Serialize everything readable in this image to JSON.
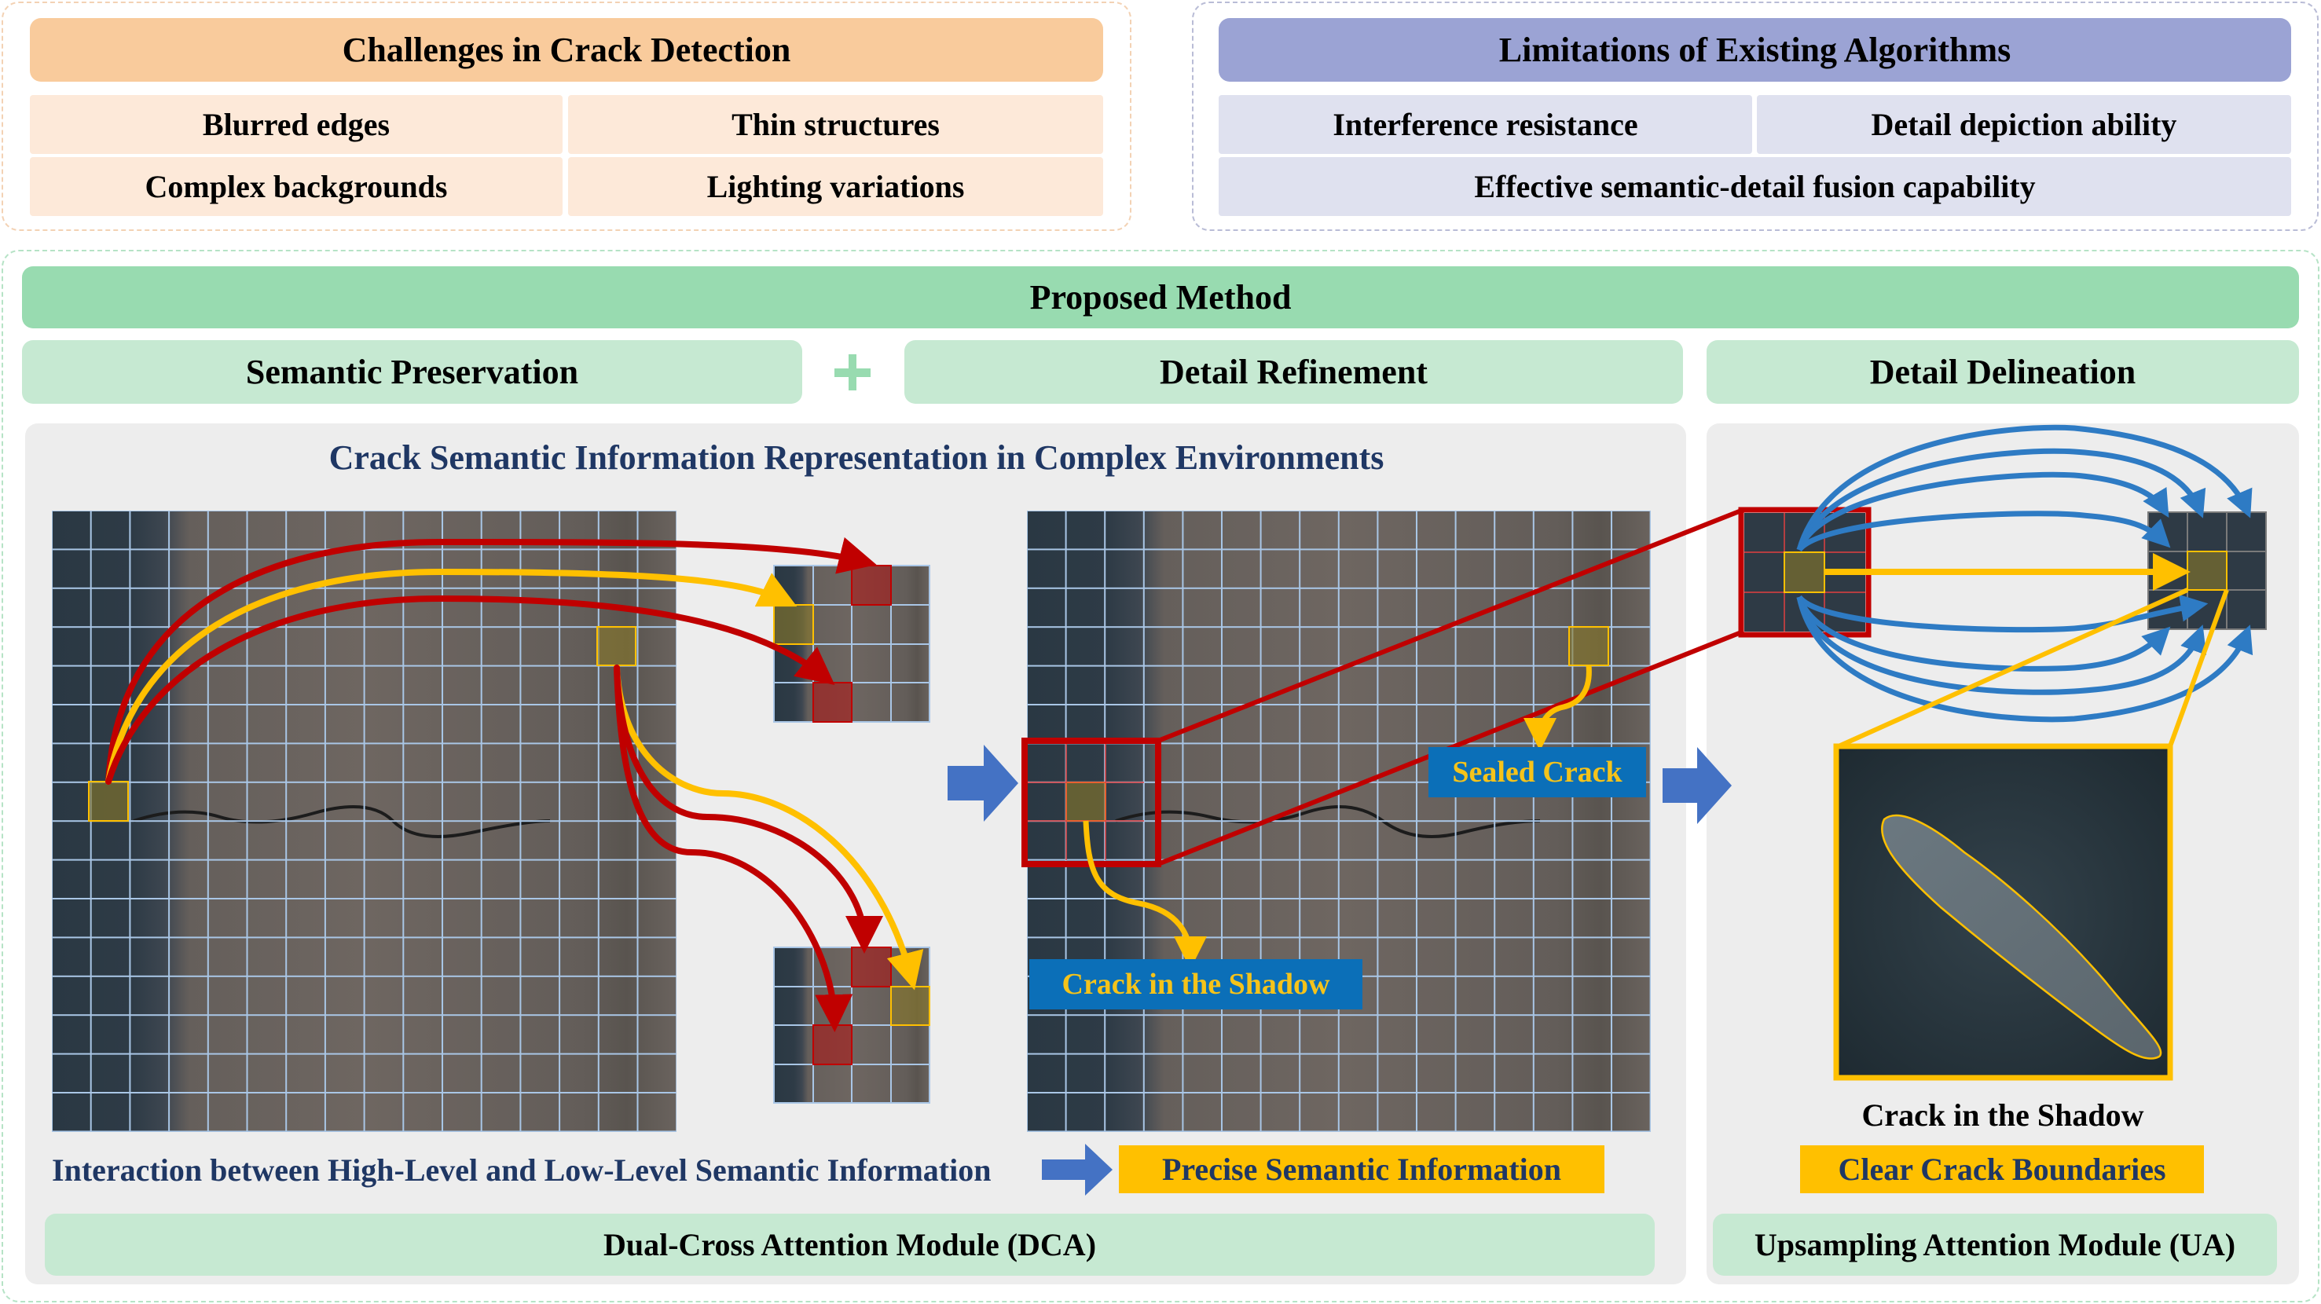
{
  "challenges": {
    "title": "Challenges in Crack Detection",
    "items": [
      "Blurred edges",
      "Thin structures",
      "Complex backgrounds",
      "Lighting variations"
    ]
  },
  "limitations": {
    "title": "Limitations of Existing Algorithms",
    "items": [
      "Interference resistance",
      "Detail depiction ability",
      "Effective semantic-detail fusion capability"
    ]
  },
  "method": {
    "title": "Proposed Method",
    "stages": [
      "Semantic Preservation",
      "Detail Refinement",
      "Detail Delineation"
    ],
    "plus_symbol": "+"
  },
  "dca": {
    "section_title": "Crack Semantic Information Representation in Complex Environments",
    "caption_interaction": "Interaction between High-Level and Low-Level Semantic Information",
    "result_label": "Precise Semantic Information",
    "module_name": "Dual-Cross Attention Module (DCA)",
    "callout_sealed": "Sealed Crack",
    "callout_shadow": "Crack in the Shadow"
  },
  "ua": {
    "zoom_caption": "Crack in the Shadow",
    "result_label": "Clear Crack Boundaries",
    "module_name": "Upsampling Attention Module (UA)"
  },
  "colors": {
    "orange_header": "#f9cb9c",
    "purple_header": "#9ba3d4",
    "green_header": "#98dbb0",
    "arrow_red": "#c00000",
    "arrow_yellow": "#ffc000",
    "arrow_blue": "#2e7bc4",
    "big_arrow_blue": "#4472c4"
  }
}
